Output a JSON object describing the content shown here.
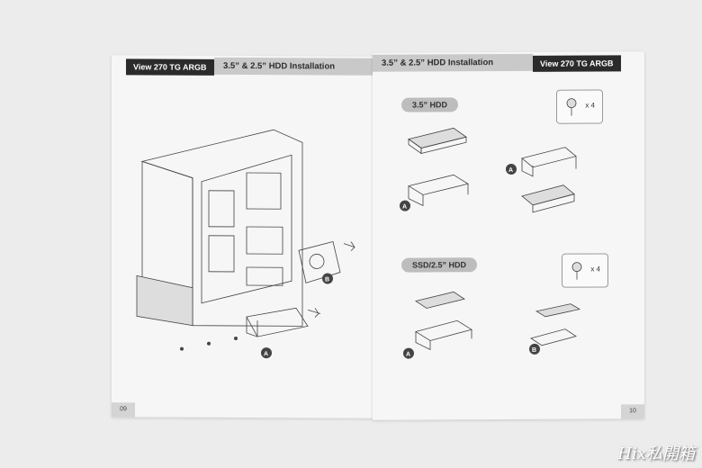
{
  "left_page": {
    "product_label": "View 270 TG ARGB",
    "section_title": "3.5” & 2.5” HDD Installation",
    "page_number": "09",
    "callouts": [
      "A",
      "B"
    ]
  },
  "right_page": {
    "section_title": "3.5” & 2.5” HDD Installation",
    "product_label": "View 270 TG ARGB",
    "page_number": "10",
    "section_hdd": {
      "label": "3.5” HDD",
      "screw_count": "x 4",
      "callouts": [
        "A",
        "A"
      ]
    },
    "section_ssd": {
      "label": "SSD/2.5” HDD",
      "screw_count": "x 4",
      "callouts": [
        "A",
        "B"
      ]
    }
  },
  "watermark": "Hix私開箱",
  "colors": {
    "header_dark": "#2b2b2b",
    "header_light": "#c9c9c9",
    "page": "#f6f6f6"
  }
}
